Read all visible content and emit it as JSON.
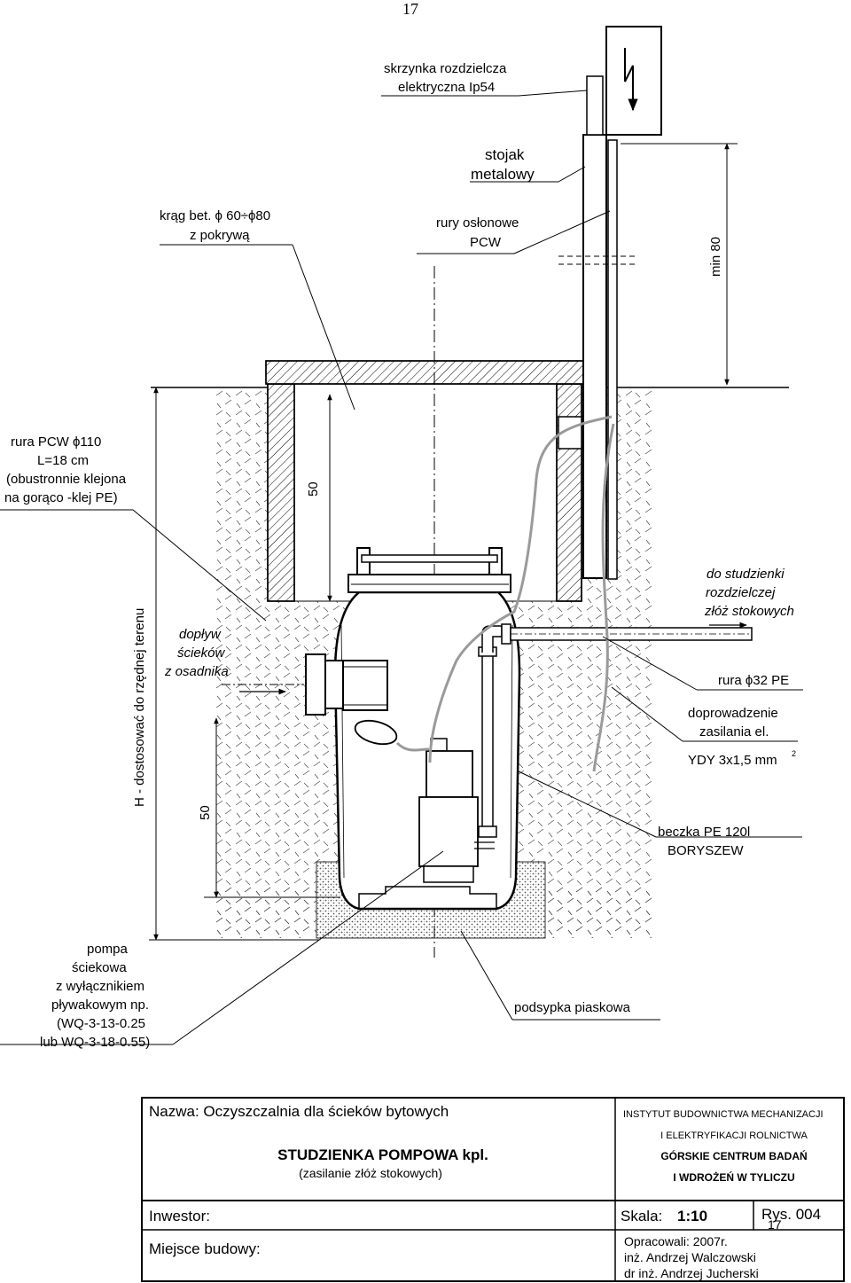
{
  "page_number": "17",
  "labels": {
    "box_line1": "skrzynka rozdzielcza",
    "box_line2": "elektryczna Ip54",
    "stand_line1": "stojak",
    "stand_line2": "metalowy",
    "ring_line1": "krąg bet. ϕ 60÷ϕ80",
    "ring_line2": "z pokrywą",
    "pipes_line1": "rury osłonowe",
    "pipes_line2": "PCW",
    "min80": "min 80",
    "pcw_line1": "rura PCW ϕ110",
    "pcw_line2": "L=18 cm",
    "pcw_line3": "(obustronnie klejona",
    "pcw_line4": "na gorąco -klej PE)",
    "dim50_top": "50",
    "dim50_bottom": "50",
    "h_dim": "H - dostosować do rzędnej terenu",
    "inflow_line1": "dopływ",
    "inflow_line2": "ścieków",
    "inflow_line3": "z osadnika",
    "out_line1": "do studzienki",
    "out_line2": "rozdzielczej",
    "out_line3": "złóż stokowych",
    "pipe32": "rura ϕ32 PE",
    "supply_line1": "doprowadzenie",
    "supply_line2": "zasilania el.",
    "supply_line3": "YDY 3x1,5 mm",
    "supply_sup": "2",
    "barrel_line1": "beczka PE 120l",
    "barrel_line2": "BORYSZEW",
    "pump_line1": "pompa",
    "pump_line2": "ściekowa",
    "pump_line3": "z wyłącznikiem",
    "pump_line4": "pływakowym np.",
    "pump_line5": "(WQ-3-13-0.25",
    "pump_line6": "lub WQ-3-18-0.55)",
    "sand": "podsypka piaskowa"
  },
  "title_block": {
    "name": "Nazwa: Oczyszczalnia dla ścieków bytowych",
    "title": "STUDZIENKA POMPOWA kpl.",
    "subtitle": "(zasilanie złóż stokowych)",
    "institute_line1": "INSTYTUT BUDOWNICTWA MECHANIZACJI",
    "institute_line2": "I ELEKTRYFIKACJI ROLNICTWA",
    "institute_line3": "GÓRSKIE CENTRUM BADAŃ",
    "institute_line4": "I WDROŻEŃ W TYLICZU",
    "investor": "Inwestor:",
    "scale_label": "Skala:",
    "scale_value": "1:10",
    "drawing_no": "Rys. 004",
    "drawing_no_overlay": "17",
    "site": "Miejsce budowy:",
    "prepared": "Opracowali: 2007r.",
    "author1": "inż. Andrzej Walczowski",
    "author2": "dr inż. Andrzej Jucherski"
  },
  "colors": {
    "ink": "#000000",
    "cable": "#9a9a9a",
    "pipe_fill": "#ffffff"
  }
}
